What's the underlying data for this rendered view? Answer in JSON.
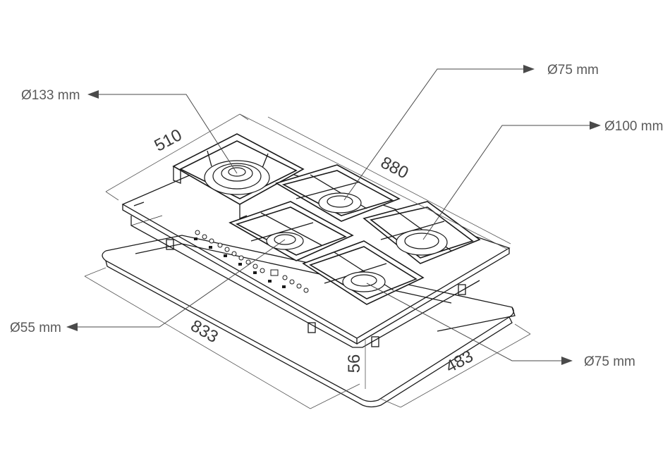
{
  "callouts": {
    "wok_burner": "Ø133 mm",
    "rear_burner_left": "Ø75 mm",
    "rear_burner_right": "Ø100 mm",
    "auxiliary_burner": "Ø55 mm",
    "front_burner_right": "Ø75 mm"
  },
  "dimensions": {
    "depth": "510",
    "width": "880",
    "cutout_width": "833",
    "cutout_depth": "483",
    "height": "56"
  }
}
